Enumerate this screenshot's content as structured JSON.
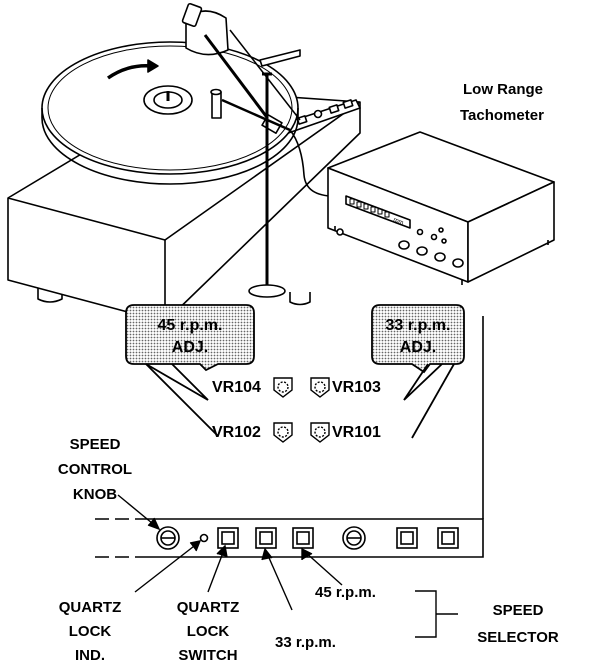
{
  "tachometer": {
    "line1": "Low Range",
    "line2": "Tachometer"
  },
  "callouts": {
    "rpm45": {
      "line1": "45 r.p.m.",
      "line2": "ADJ."
    },
    "rpm33": {
      "line1": "33 r.p.m.",
      "line2": "ADJ."
    }
  },
  "resistors": {
    "vr104": "VR104",
    "vr103": "VR103",
    "vr102": "VR102",
    "vr101": "VR101"
  },
  "speed_control_knob": {
    "line1": "SPEED",
    "line2": "CONTROL",
    "line3": "KNOB"
  },
  "quartz_lock_ind": {
    "line1": "QUARTZ",
    "line2": "LOCK",
    "line3": "IND."
  },
  "quartz_lock_switch": {
    "line1": "QUARTZ",
    "line2": "LOCK",
    "line3": "SWITCH"
  },
  "speed_buttons": {
    "rpm45": "45 r.p.m.",
    "rpm33": "33 r.p.m."
  },
  "speed_selector": {
    "line1": "SPEED",
    "line2": "SELECTOR"
  }
}
